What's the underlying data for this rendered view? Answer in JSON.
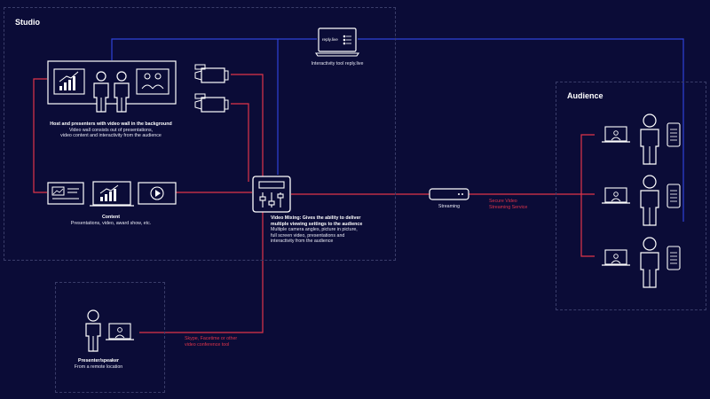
{
  "regions": {
    "studio": "Studio",
    "audience": "Audience"
  },
  "interactivity": {
    "screen_label": "reply.live",
    "caption": "Interactivity tool reply.live"
  },
  "host": {
    "title": "Host and presenters with video wall in the background",
    "desc1": "Video wall consists out of presentations,",
    "desc2": "video content and interactivity from the audience"
  },
  "content": {
    "title": "Content",
    "desc": "Presentations, video, award show, etc."
  },
  "mixer": {
    "title1": "Video Mixing: Gives the ability to deliver",
    "title2": "multiple viewing settings to the audience",
    "desc1": "Multiple camera angles, picture in picture,",
    "desc2": "full screen video, presentations and",
    "desc3": "interactivity from the audience"
  },
  "streaming": {
    "label": "Streaming",
    "service1": "Secure Video",
    "service2": "Streaming Service"
  },
  "remote": {
    "title": "Presenter/speaker",
    "desc": "From a remote location",
    "link1": "Skype, Facetime or other",
    "link2": "video conference tool"
  },
  "colors": {
    "background": "#0b0c37",
    "blue_line": "#2f43d8",
    "red_line": "#e0344a",
    "icon": "#ffffff",
    "dashed": "#3a3d6a"
  }
}
